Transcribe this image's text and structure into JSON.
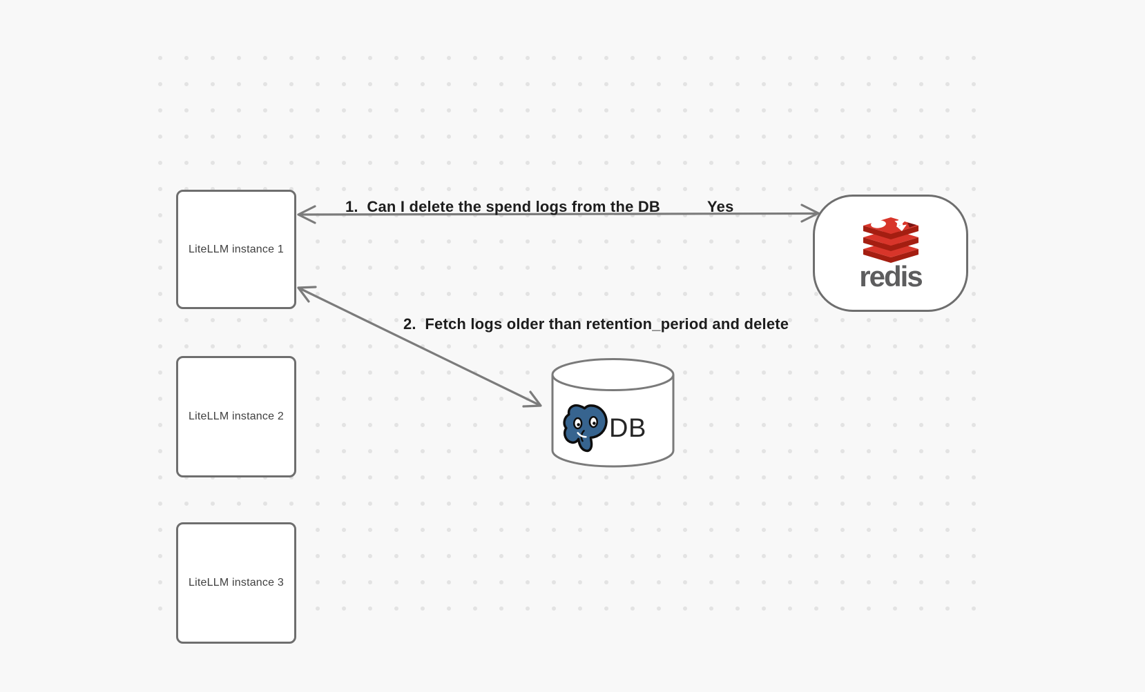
{
  "diagram": {
    "background": {
      "color": "#f8f8f8",
      "dot_color": "#e3e3e3"
    },
    "stroke_color": "#7b7b7b",
    "shape_border_color": "#6e6e6e",
    "label_color": "#1d1d1d",
    "nodes": {
      "instance1": {
        "label": "LiteLLM instance 1"
      },
      "instance2": {
        "label": "LiteLLM instance 2"
      },
      "instance3": {
        "label": "LiteLLM instance 3"
      },
      "redis": {
        "wordmark": "redis",
        "icon": "redis-logo",
        "red_light": "#D8352A",
        "red_dark": "#A41E11",
        "wordmark_color": "#5d5d5e"
      },
      "db": {
        "label": "DB",
        "icon": "postgresql-elephant-logo",
        "postgres_blue": "#37648f"
      }
    },
    "arrows": {
      "arrow1": {
        "label": "1.  Can I delete the spend logs from the DB",
        "response": "Yes"
      },
      "arrow2": {
        "label": "2.  Fetch logs older than retention_period and delete"
      }
    }
  }
}
